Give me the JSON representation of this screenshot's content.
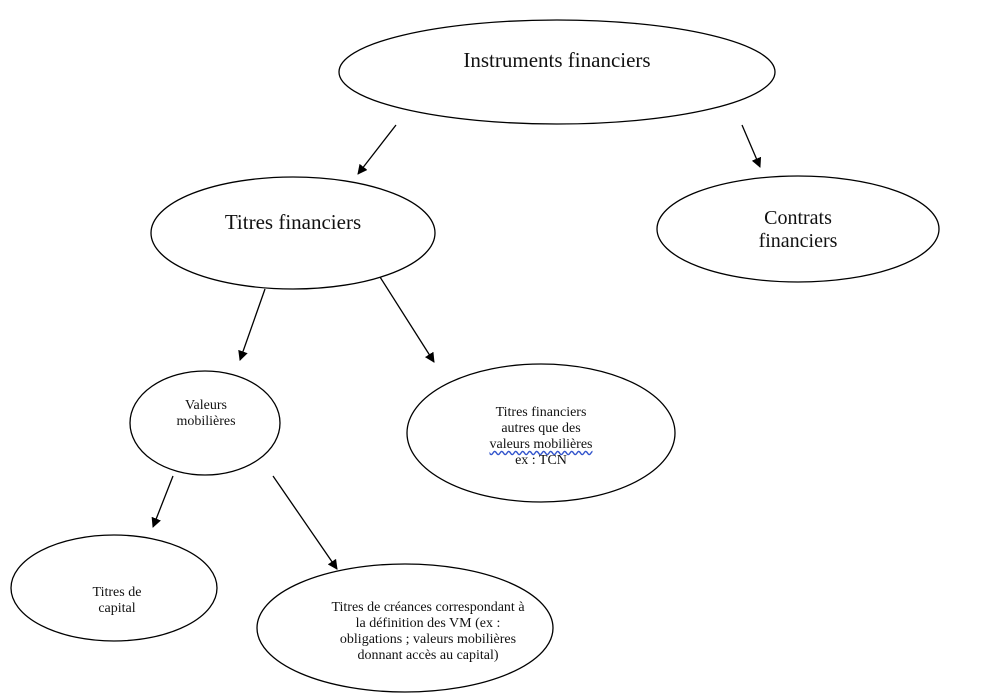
{
  "nodes": {
    "root": {
      "label": "Instruments financiers"
    },
    "titres": {
      "label": "Titres financiers"
    },
    "contrats": {
      "line1": "Contrats",
      "line2": "financiers"
    },
    "valeurs": {
      "line1": "Valeurs",
      "line2": "mobilières"
    },
    "autres": {
      "line1": "Titres financiers",
      "line2": "autres que des",
      "line3": "valeurs  mobilières",
      "line4": "ex : TCN"
    },
    "capital": {
      "line1": "Titres de",
      "line2": "capital"
    },
    "creances": {
      "line1": "Titres de créances correspondant à",
      "line2": "la définition des VM (ex :",
      "line3": "obligations ; valeurs mobilières",
      "line4": "donnant accès au capital)"
    }
  }
}
